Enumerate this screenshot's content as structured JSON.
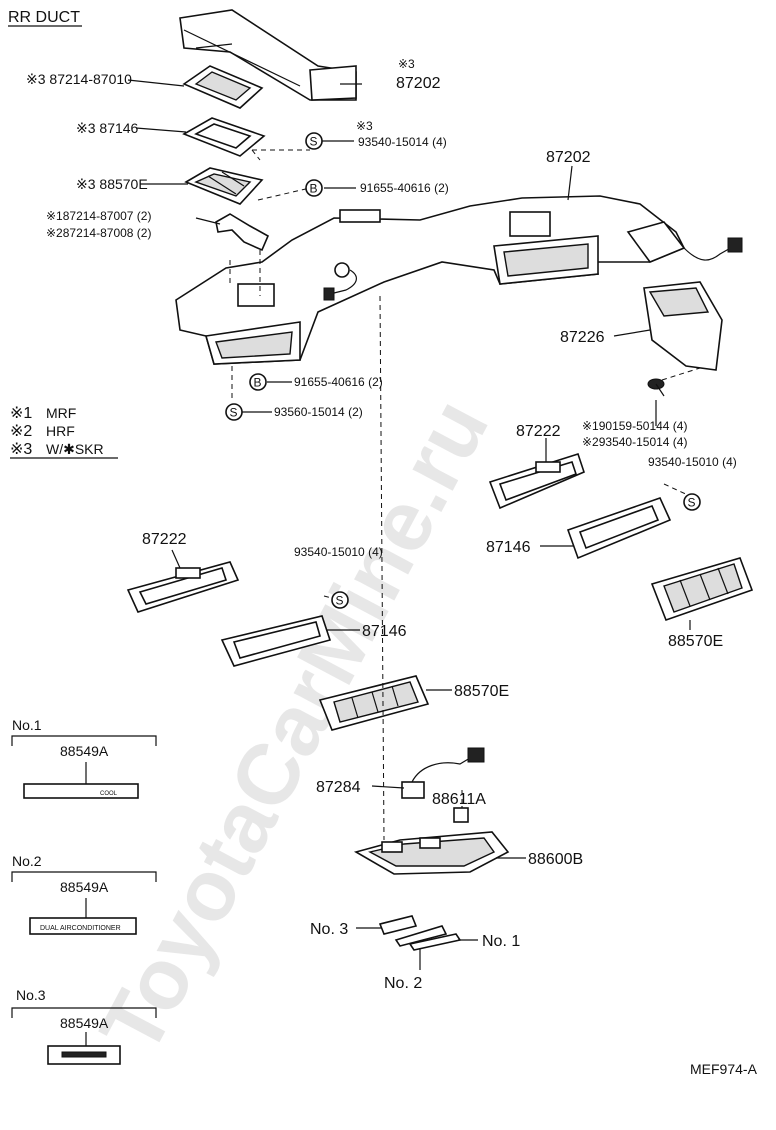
{
  "title": "RR DUCT",
  "watermark": "ToyotaCarMine.ru",
  "drawing_code": "MEF974-A",
  "legend": [
    {
      "mark": "※1",
      "text": "MRF"
    },
    {
      "mark": "※2",
      "text": "HRF"
    },
    {
      "mark": "※3",
      "text": "W/✱SKR"
    }
  ],
  "labels": {
    "l87214_87010": "※3 87214-87010",
    "l87202_top_note": "※3",
    "l87202_top": "87202",
    "l87146_top": "※3 87146",
    "l93540_note": "※3",
    "l93540_15014_top": "93540-15014 (4)",
    "l88570E_top": "※3 88570E",
    "l91655_top": "91655-40616 (2)",
    "l87214_87007": "※187214-87007 (2)",
    "l87214_87008": "※287214-87008 (2)",
    "l87202_main": "87202",
    "l87226": "87226",
    "l91655_bottom": "91655-40616 (2)",
    "l93560": "93560-15014 (2)",
    "l90159": "※190159-50144 (4)",
    "l93540_15014_right": "※293540-15014 (4)",
    "l93540_15010_right": "93540-15010 (4)",
    "l87222_right": "87222",
    "l87146_right": "87146",
    "l88570E_right": "88570E",
    "l87222_left": "87222",
    "l93540_15010_mid": "93540-15010 (4)",
    "l87146_mid": "87146",
    "l88570E_mid": "88570E",
    "l87284": "87284",
    "l88611A": "88611A",
    "l88600B": "88600B",
    "no3_right": "No. 3",
    "no1_right": "No. 1",
    "no2_right": "No. 2"
  },
  "circle_marks": {
    "s": "S",
    "b": "B"
  },
  "plates": [
    {
      "no": "No.1",
      "part": "88549A",
      "plate_text": "COOL"
    },
    {
      "no": "No.2",
      "part": "88549A",
      "plate_text": "DUAL AIRCONDITIONER"
    },
    {
      "no": "No.3",
      "part": "88549A",
      "plate_text": ""
    }
  ]
}
